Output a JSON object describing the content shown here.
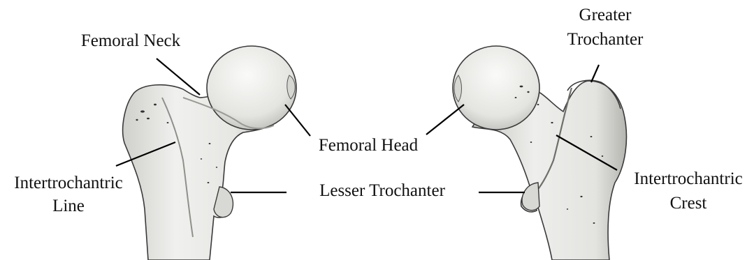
{
  "labels": {
    "femoral_neck": "Femoral Neck",
    "greater_trochanter_line1": "Greater",
    "greater_trochanter_line2": "Trochanter",
    "femoral_head": "Femoral Head",
    "intertrochantric_line_line1": "Intertrochantric",
    "intertrochantric_line_line2": "Line",
    "lesser_trochanter": "Lesser Trochanter",
    "intertrochantric_crest_line1": "Intertrochantric",
    "intertrochantric_crest_line2": "Crest"
  },
  "colors": {
    "bone_fill": "#ededeb",
    "bone_shadow": "#c9c9c5",
    "bone_outline": "#3a3a3a",
    "leader_line": "#000000",
    "text": "#111111"
  }
}
